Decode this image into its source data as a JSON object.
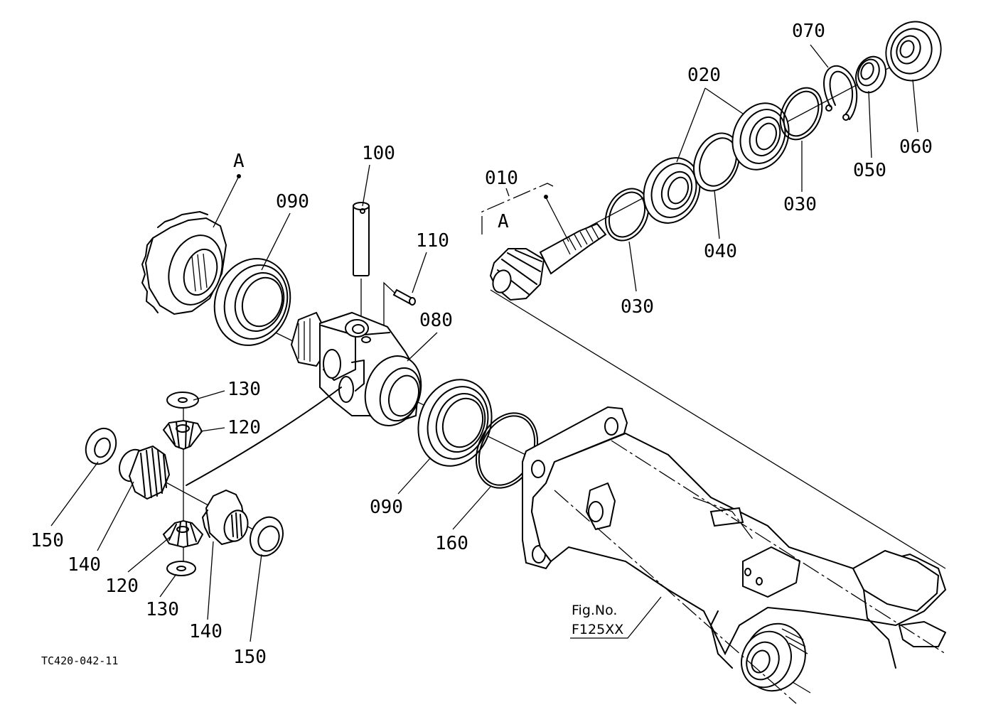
{
  "callouts": {
    "p010": "010",
    "p020": "020",
    "p030a": "030",
    "p030b": "030",
    "p040": "040",
    "p050": "050",
    "p060": "060",
    "p070": "070",
    "p080": "080",
    "p090a": "090",
    "p090b": "090",
    "p100": "100",
    "p110": "110",
    "p120a": "120",
    "p120b": "120",
    "p130a": "130",
    "p130b": "130",
    "p140a": "140",
    "p140b": "140",
    "p150a": "150",
    "p150b": "150",
    "p160": "160"
  },
  "ref_marks": {
    "a_gear": "A",
    "a_pinion": "A"
  },
  "figure_ref": {
    "line1": "Fig.No.",
    "line2": "F125XX"
  },
  "drawing_code": "TC420-042-11"
}
